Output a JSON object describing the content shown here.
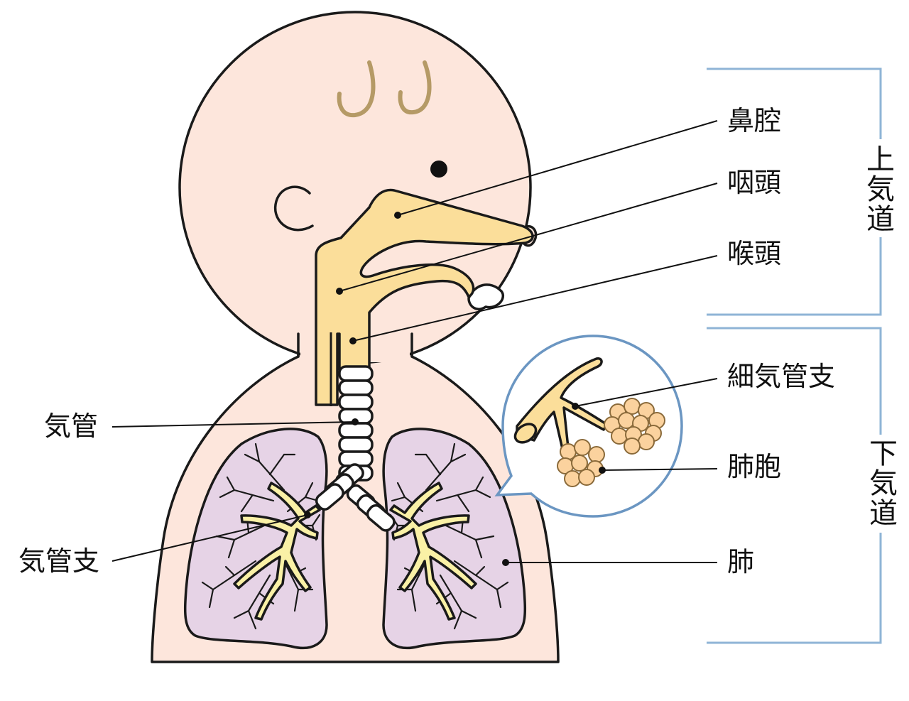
{
  "colors": {
    "skin": "#fde6dc",
    "airway": "#fbde9a",
    "bronchi": "#faf1a6",
    "lung": "#e6d3e6",
    "alveoli": "#fbd29e",
    "hair": "#b59a66",
    "bracket": "#8fb4d6",
    "zoom_circle": "#6b96c2",
    "line": "#111111"
  },
  "labels": {
    "nasal_cavity": "鼻腔",
    "pharynx": "咽頭",
    "larynx": "喉頭",
    "bronchiole": "細気管支",
    "alveolus": "肺胞",
    "lung": "肺",
    "trachea": "気管",
    "bronchus": "気管支"
  },
  "groups": {
    "upper_airway": [
      "上",
      "気",
      "道"
    ],
    "lower_airway": [
      "下",
      "気",
      "道"
    ]
  }
}
